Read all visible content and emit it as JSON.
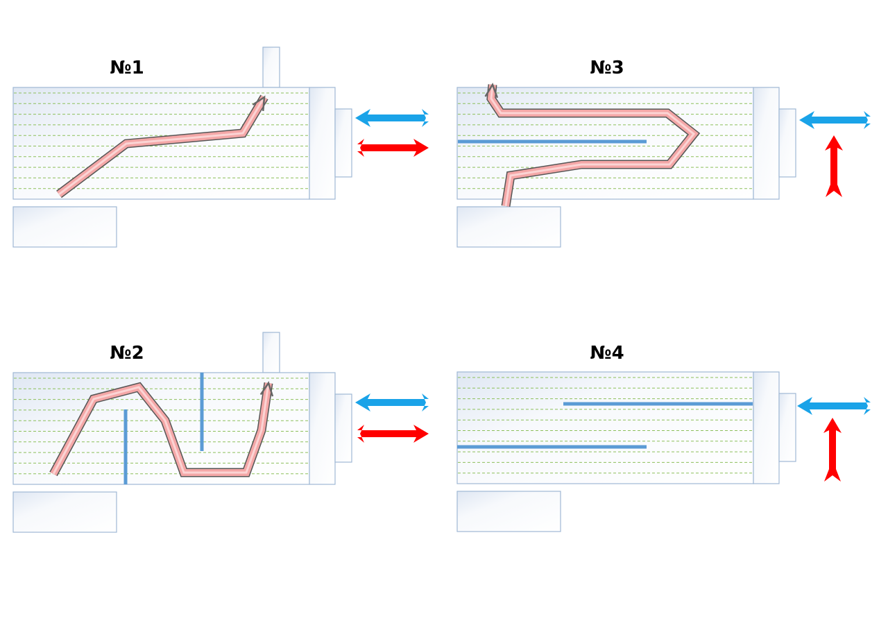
{
  "diagram": {
    "panels": [
      {
        "id": "1",
        "title": "№1"
      },
      {
        "id": "2",
        "title": "№2"
      },
      {
        "id": "3",
        "title": "№3"
      },
      {
        "id": "4",
        "title": "№4"
      }
    ],
    "colors": {
      "cold_arrow": "#1aa3e8",
      "hot_arrow": "#ff0000",
      "baffle": "#5b9bd5",
      "flow": "#f4a7a7"
    }
  }
}
